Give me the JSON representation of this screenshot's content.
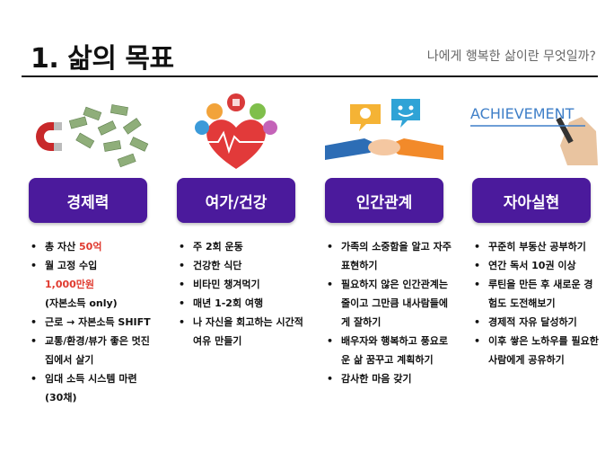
{
  "header": {
    "title": "1. 삶의 목표",
    "subtitle": "나에게 행복한 삶이란 무엇일까?"
  },
  "columns": [
    {
      "label": "경제력",
      "items": [
        {
          "a": "총 자산 ",
          "b": "50억",
          "c": ""
        },
        {
          "a": "월 고정 수입",
          "b": "1,000만원",
          "c": "(자본소득 only)"
        },
        {
          "a": "근로 → 자본소득 SHIFT",
          "b": "",
          "c": ""
        },
        {
          "a": "교통/환경/뷰가 좋은 멋진집에서 살기",
          "b": "",
          "c": ""
        },
        {
          "a": "임대 소득 시스템 마련 (30채)",
          "b": "",
          "c": ""
        }
      ]
    },
    {
      "label": "여가/건강",
      "items": [
        "주 2회 운동",
        "건강한 식단",
        "비타민 챙겨먹기",
        "매년 1-2회 여행",
        "나 자신을 회고하는 시간적 여유 만들기"
      ]
    },
    {
      "label": "인간관계",
      "items": [
        "가족의 소중함을 알고 자주 표현하기",
        "필요하지 않은 인간관계는 줄이고 그만큼 내사람들에게 잘하기",
        "배우자와 행복하고 풍요로운 삶 꿈꾸고 계획하기",
        "감사한 마음 갖기"
      ]
    },
    {
      "label": "자아실현",
      "items": [
        "꾸준히 부동산 공부하기",
        "연간 독서 10권 이상",
        "루틴을 만든 후 새로운 경험도 도전해보기",
        "경제적 자유 달성하기",
        "이후 쌓은 노하우를 필요한 사람에게 공유하기"
      ]
    }
  ],
  "illustration_text": {
    "achievement": "ACHIEVEMENT"
  },
  "colors": {
    "pill": "#4b1a9c",
    "highlight": "#e03a2f"
  }
}
